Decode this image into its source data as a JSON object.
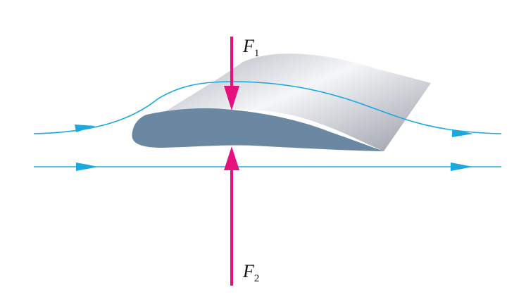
{
  "labels": {
    "force_top": {
      "symbol": "F",
      "subscript": "1"
    },
    "force_bottom": {
      "symbol": "F",
      "subscript": "2"
    }
  },
  "colors": {
    "streamline": "#1aa8e0",
    "force_arrow": "#e5127d",
    "wing_section": "#6b88a3",
    "wing_surface_light": "#f3f4f6",
    "wing_surface_dark": "#a4a8b2",
    "label_text": "#111111"
  }
}
